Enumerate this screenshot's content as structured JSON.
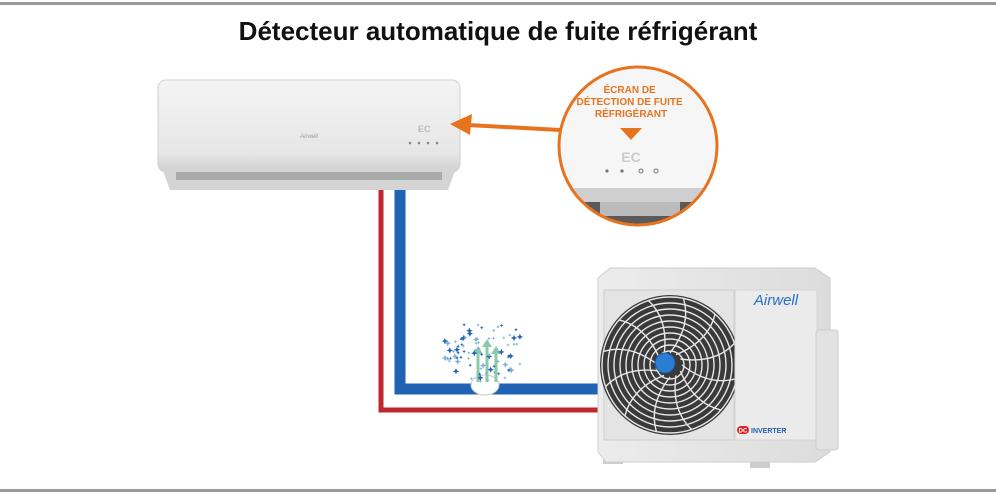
{
  "title": "Détecteur automatique de fuite réfrigérant",
  "callout": {
    "lines": [
      "ÉCRAN DE",
      "DÉTECTION DE FUITE",
      "RÉFRIGÉRANT"
    ],
    "display_code": "EC"
  },
  "indoor_unit": {
    "display_code": "EC",
    "brand": "Airwell"
  },
  "outdoor_unit": {
    "brand": "Airwell",
    "badge_dc": "DC",
    "badge_text": "INVERTER"
  },
  "colors": {
    "accent": "#e8731e",
    "liquid_pipe": "#c0272d",
    "gas_pipe": "#1f63b4",
    "rule": "#9a9a9a"
  }
}
